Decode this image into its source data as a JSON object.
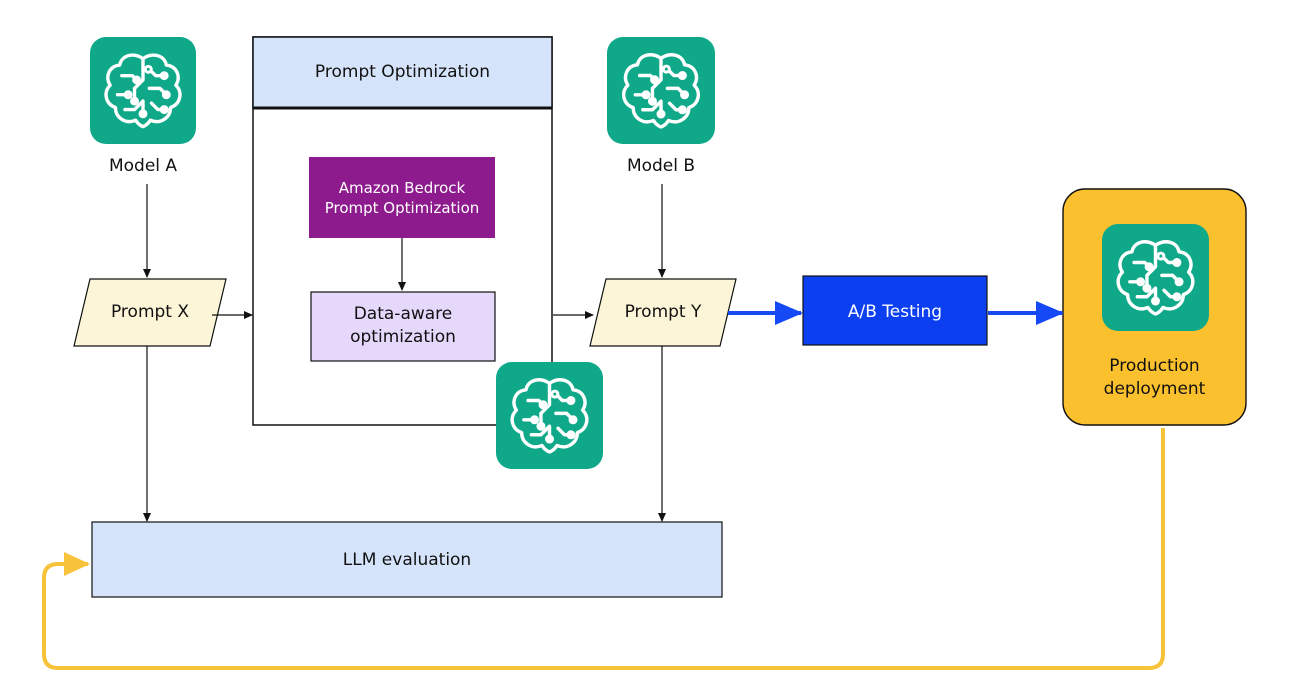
{
  "colors": {
    "brain_tile": "#0fa98a",
    "optimization_header": "#d6e4fb",
    "bedrock_box": "#8e1b8e",
    "data_aware_box": "#e5d8fb",
    "prompt_shape": "#fdf5d7",
    "ab_testing_box": "#0b3ff0",
    "production_box": "#fbc02d",
    "evaluation_box": "#d6e4fb",
    "blue_arrow": "#1549f5",
    "feedback_arrow": "#f7c33a"
  },
  "icons": {
    "model_a": "brain-circuit-icon",
    "model_b": "brain-circuit-icon",
    "optimizer": "brain-circuit-icon",
    "production": "brain-circuit-icon"
  },
  "nodes": {
    "model_a_label": "Model A",
    "model_b_label": "Model B",
    "optimization_title": "Prompt Optimization",
    "bedrock_line1": "Amazon Bedrock",
    "bedrock_line2": "Prompt Optimization",
    "data_aware_line1": "Data-aware",
    "data_aware_line2": "optimization",
    "prompt_x": "Prompt X",
    "prompt_y": "Prompt Y",
    "ab_testing": "A/B Testing",
    "production_line1": "Production",
    "production_line2": "deployment",
    "llm_evaluation": "LLM evaluation"
  }
}
